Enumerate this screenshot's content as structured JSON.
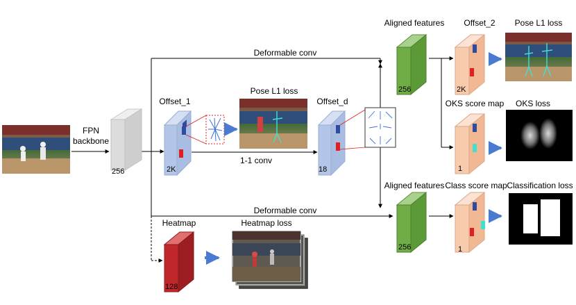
{
  "input": {
    "icon": "baseball-photo"
  },
  "backbone": {
    "label_line1": "FPN",
    "label_line2": "backbone",
    "channels": "256"
  },
  "branches": {
    "deformable_conv_top": "Deformable conv",
    "deformable_conv_bottom": "Deformable conv",
    "conv_1x1": "1-1 conv"
  },
  "offset_1": {
    "title": "Offset_1",
    "channels": "2K"
  },
  "pose_l1_loss_mid": {
    "title": "Pose L1 loss"
  },
  "offset_d": {
    "title": "Offset_d",
    "channels": "18"
  },
  "aligned_top": {
    "title": "Aligned features",
    "channels": "256"
  },
  "aligned_bottom": {
    "title": "Aligned features",
    "channels": "256"
  },
  "offset_2": {
    "title": "Offset_2",
    "channels": "2K"
  },
  "pose_l1_loss_top": {
    "title": "Pose L1 loss"
  },
  "oks_score_map": {
    "title": "OKS score map",
    "channels": "1"
  },
  "oks_loss": {
    "title": "OKS loss"
  },
  "class_score_map": {
    "title": "Class score map",
    "channels": "1"
  },
  "classification_loss": {
    "title": "Classification loss"
  },
  "heatmap": {
    "title": "Heatmap",
    "channels": "128"
  },
  "heatmap_loss": {
    "title": "Heatmap loss"
  },
  "colors": {
    "backbone": "#dcdcdc",
    "offset": "#b4c6e7",
    "aligned": "#70ad47",
    "score_map": "#f8cbad",
    "heatmap": "#c0282c",
    "blue_arrow": "#2f5597",
    "square_blue": "#2e4b9e",
    "square_red": "#e02020",
    "square_cyan": "#40e0d0"
  }
}
